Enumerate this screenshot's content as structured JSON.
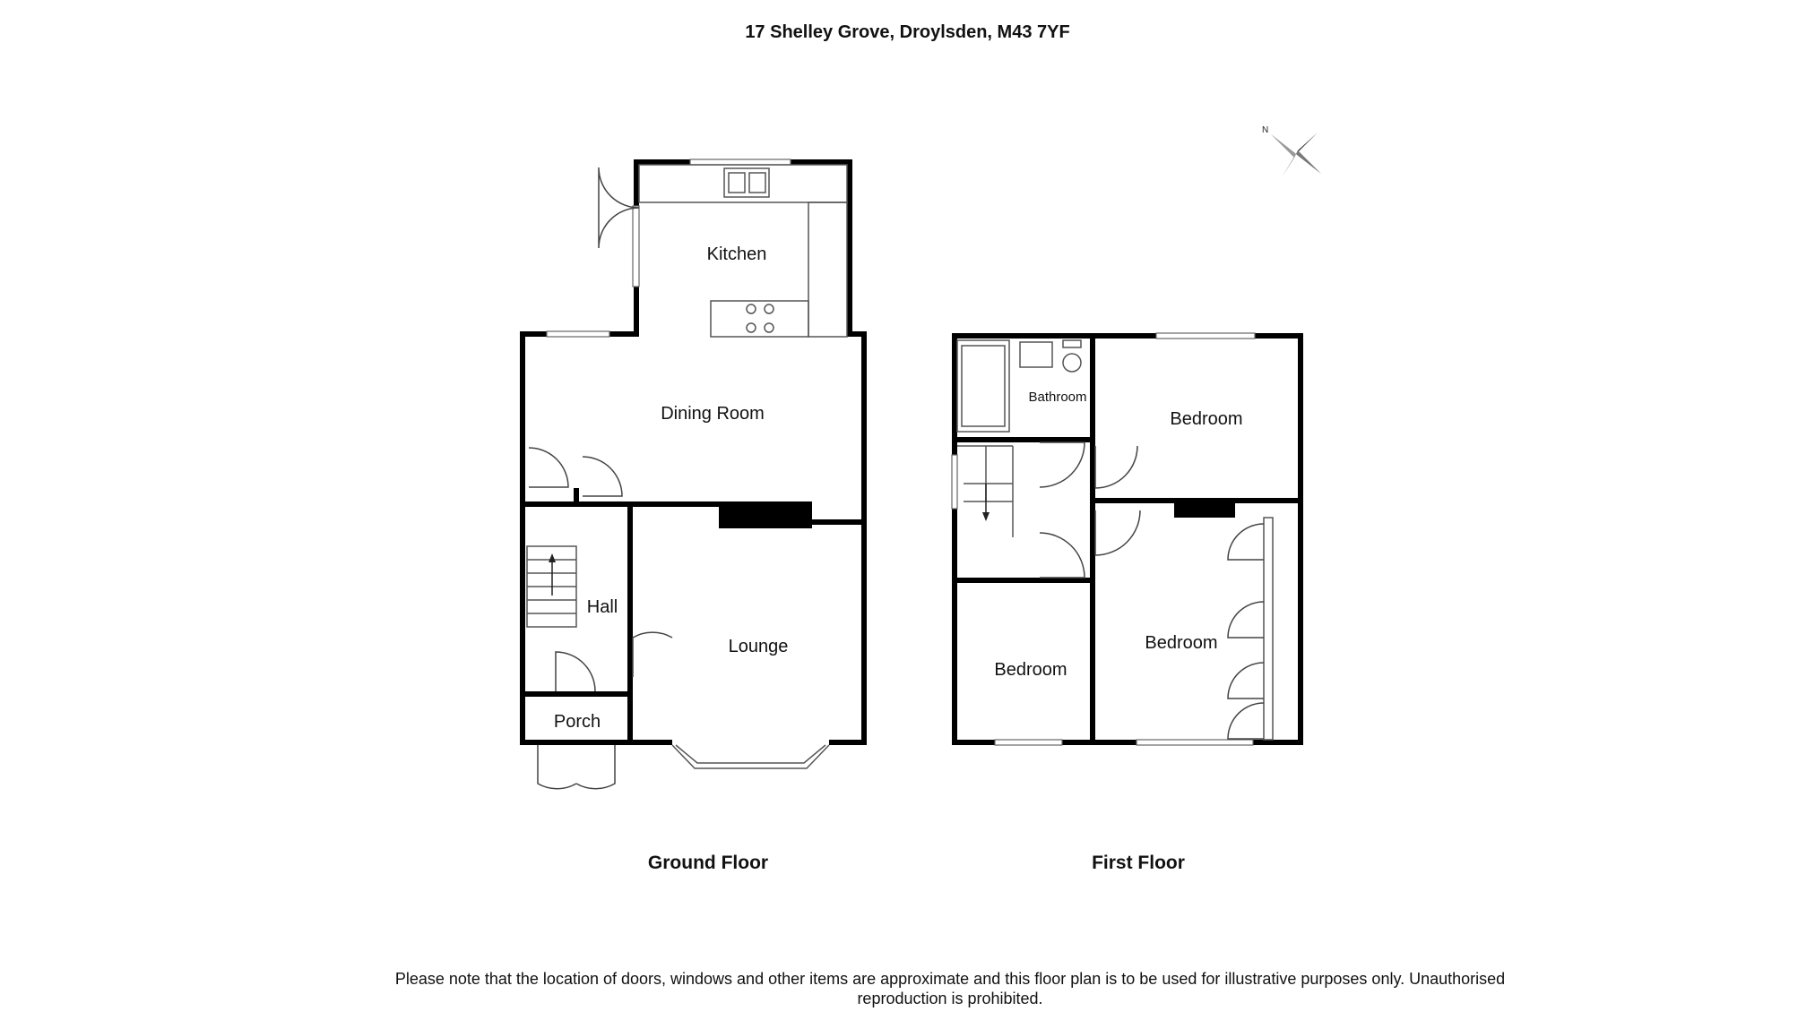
{
  "header": {
    "address": "17 Shelley Grove, Droylsden, M43 7YF"
  },
  "compass": {
    "north_label": "N",
    "icon": "compass-rose-icon"
  },
  "ground_floor": {
    "label": "Ground Floor",
    "rooms": {
      "kitchen": "Kitchen",
      "dining_room": "Dining Room",
      "hall": "Hall",
      "lounge": "Lounge",
      "porch": "Porch"
    }
  },
  "first_floor": {
    "label": "First Floor",
    "rooms": {
      "bathroom": "Bathroom",
      "bedroom_rear": "Bedroom",
      "bedroom_front_small": "Bedroom",
      "bedroom_front_large": "Bedroom"
    }
  },
  "footer": {
    "disclaimer": "Please note that the location of doors, windows and other items are approximate and this floor plan is to be used for illustrative purposes only. Unauthorised reproduction is prohibited."
  }
}
